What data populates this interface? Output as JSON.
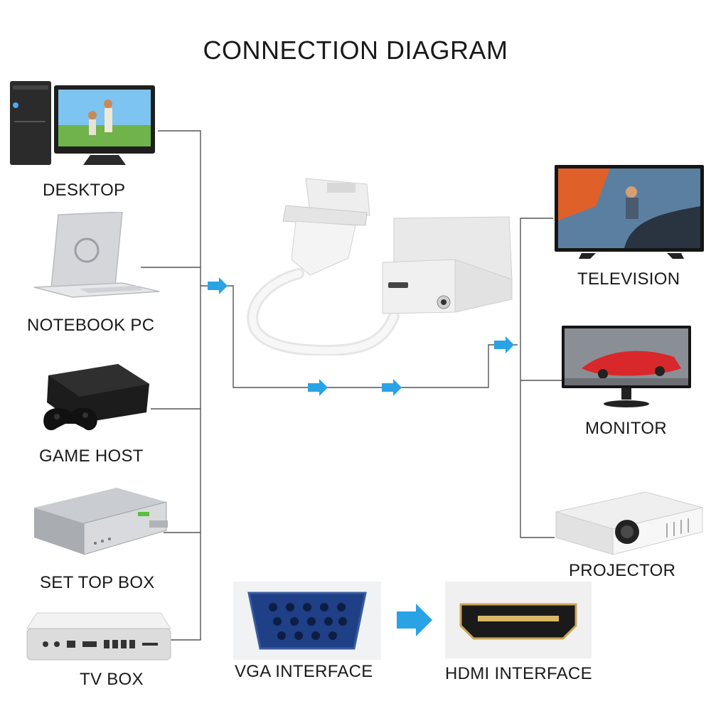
{
  "title": "CONNECTION DIAGRAM",
  "sources": [
    {
      "label": "DESKTOP",
      "icon": "desktop-computer-icon"
    },
    {
      "label": "NOTEBOOK PC",
      "icon": "laptop-icon"
    },
    {
      "label": "GAME HOST",
      "icon": "game-console-icon"
    },
    {
      "label": "SET TOP BOX",
      "icon": "set-top-box-icon"
    },
    {
      "label": "TV BOX",
      "icon": "tv-box-icon"
    }
  ],
  "displays": [
    {
      "label": "TELEVISION",
      "icon": "television-icon"
    },
    {
      "label": "MONITOR",
      "icon": "monitor-icon"
    },
    {
      "label": "PROJECTOR",
      "icon": "projector-icon"
    }
  ],
  "interfaces": {
    "vga_label": "VGA INTERFACE",
    "hdmi_label": "HDMI INTERFACE"
  },
  "colors": {
    "arrow": "#29a3e6",
    "wire": "#555555"
  }
}
